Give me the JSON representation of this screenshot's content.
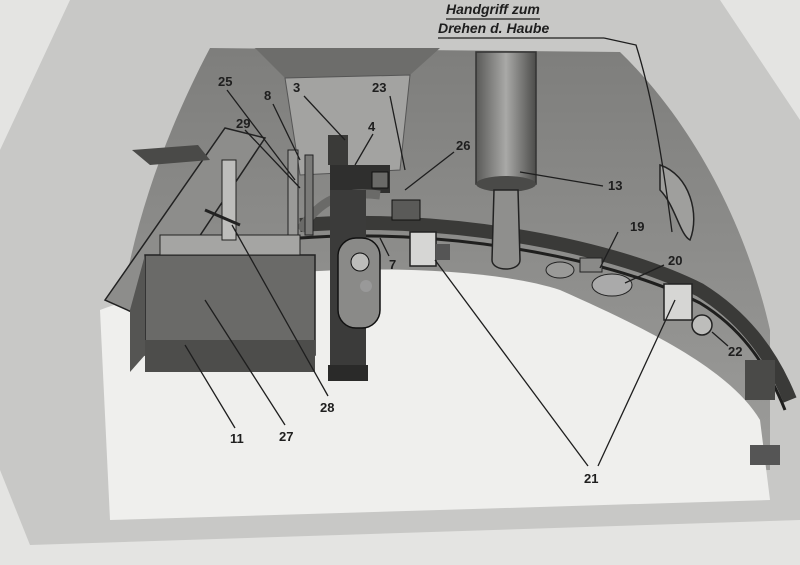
{
  "caption": {
    "line1": "Handgriff zum",
    "line2": "Drehen d. Haube"
  },
  "labels": {
    "l3": "3",
    "l4": "4",
    "l7": "7",
    "l8": "8",
    "l11": "11",
    "l13": "13",
    "l19": "19",
    "l20": "20",
    "l21": "21",
    "l22": "22",
    "l23": "23",
    "l25": "25",
    "l26": "26",
    "l27": "27",
    "l28": "28",
    "l29": "29"
  },
  "colors": {
    "paper": "#e4e4e2",
    "interior": "#8c8c8a",
    "dark": "#2e2e2e",
    "floor": "#ededeb",
    "text": "#1e1e1e"
  }
}
